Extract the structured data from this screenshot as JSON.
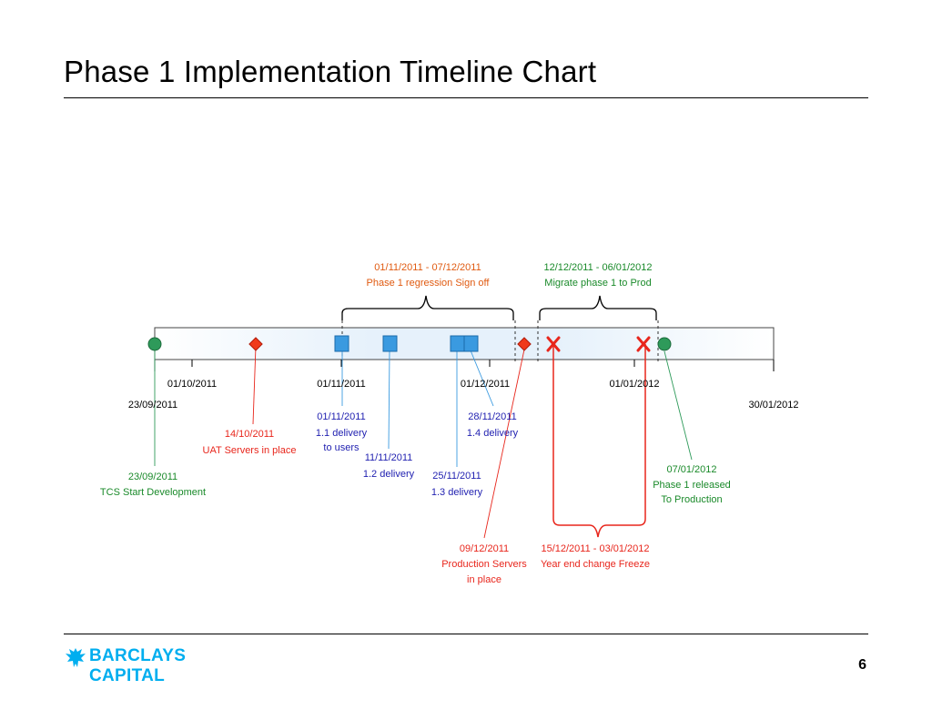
{
  "slide": {
    "title": "Phase 1 Implementation Timeline Chart",
    "page_number": "6"
  },
  "logo": {
    "line1": "BARCLAYS",
    "line2": "CAPITAL",
    "color": "#00aeef"
  },
  "colors": {
    "green": "#1a8a2a",
    "red": "#e8261c",
    "blue": "#1f1fb0",
    "orange": "#e05a10",
    "marker_blue": "#3a9ae0",
    "marker_green": "#2e9a5a"
  },
  "axis": {
    "start_label": "23/09/2011",
    "end_label": "30/01/2012",
    "tick_labels": [
      "01/10/2011",
      "01/11/2011",
      "01/12/2011",
      "01/01/2012"
    ]
  },
  "brackets": [
    {
      "date": "01/11/2011 - 07/12/2011",
      "text": "Phase 1 regression Sign off",
      "color": "orange"
    },
    {
      "date": "12/12/2011 - 06/01/2012",
      "text": "Migrate phase 1 to Prod",
      "color": "green"
    },
    {
      "date": "15/12/2011 - 03/01/2012",
      "text": "Year end change Freeze",
      "color": "red"
    }
  ],
  "milestones": [
    {
      "date": "23/09/2011",
      "lines": [
        "TCS Start Development"
      ],
      "shape": "circle",
      "color": "green"
    },
    {
      "date": "14/10/2011",
      "lines": [
        "UAT Servers in place"
      ],
      "shape": "diamond",
      "color": "red"
    },
    {
      "date": "01/11/2011",
      "lines": [
        "1.1 delivery",
        "to users"
      ],
      "shape": "square",
      "color": "blue"
    },
    {
      "date": "11/11/2011",
      "lines": [
        "1.2 delivery"
      ],
      "shape": "square",
      "color": "blue"
    },
    {
      "date": "25/11/2011",
      "lines": [
        "1.3 delivery"
      ],
      "shape": "square",
      "color": "blue"
    },
    {
      "date": "28/11/2011",
      "lines": [
        "1.4 delivery"
      ],
      "shape": "square",
      "color": "blue"
    },
    {
      "date": "09/12/2011",
      "lines": [
        "Production Servers",
        "in place"
      ],
      "shape": "diamond",
      "color": "red"
    },
    {
      "date": "07/01/2012",
      "lines": [
        "Phase 1 released",
        "To Production"
      ],
      "shape": "circle",
      "color": "green"
    }
  ],
  "freeze_markers": [
    {
      "date": "15/12/2011",
      "shape": "cross",
      "color": "red"
    },
    {
      "date": "03/01/2012",
      "shape": "cross",
      "color": "red"
    }
  ]
}
